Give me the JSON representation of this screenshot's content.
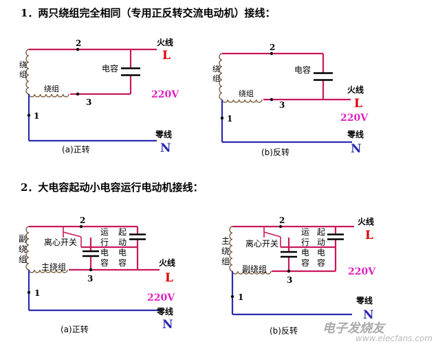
{
  "headings": {
    "section1": "1．两只绕组完全相同（专用正反转交流电动机）接线：",
    "section2": "2．大电容起动小电容运行电动机接线："
  },
  "labels": {
    "live_wire": "火线",
    "live_letter": "L",
    "neutral_wire": "零线",
    "neutral_letter": "N",
    "voltage": "220V",
    "capacitor": "电容",
    "winding": "绕组",
    "winding_vertical": "绕组",
    "node1": "1",
    "node2": "2",
    "node3": "3",
    "forward": "(a)正转",
    "reverse": "(b)反转",
    "centrifugal_switch": "离心开关",
    "run_capacitor": "运行电容",
    "start_capacitor": "起动电容",
    "aux_winding": "副绕组",
    "main_winding": "主绕组"
  },
  "watermark": {
    "logo": "电子发烧友",
    "url": "www.elecfans.com"
  },
  "colors": {
    "live": "#c8185a",
    "neutral": "#2a2ab0",
    "node1_wire": "#2a2ab0",
    "letter": "#e00000",
    "voltage": "#e020c0",
    "coil": "#7a6040",
    "switch": "#c8185a"
  }
}
